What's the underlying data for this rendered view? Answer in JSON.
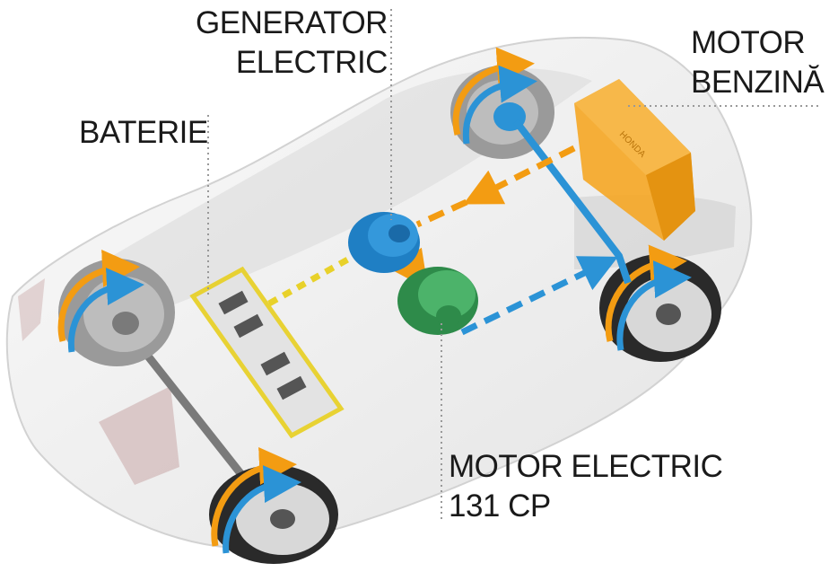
{
  "labels": {
    "generator": [
      "GENERATOR",
      "ELECTRIC"
    ],
    "engine": [
      "MOTOR",
      "BENZINĂ"
    ],
    "battery": "BATERIE",
    "electric_motor": [
      "MOTOR ELECTRIC",
      "131 CP"
    ]
  },
  "engine_brand": "HONDA",
  "colors": {
    "engine": "#f39c12",
    "generator": "#1f7fc4",
    "motor": "#3aa35a",
    "battery": "#e8d12a",
    "flow_blue": "#2b93d6",
    "flow_orange": "#f39c12",
    "axle": "#7a7a7a",
    "car_body": "#eeeeee",
    "leader": "#999999"
  },
  "icons": [
    "car-icon",
    "wheel-icon",
    "engine-icon",
    "generator-icon",
    "motor-icon",
    "battery-icon"
  ]
}
